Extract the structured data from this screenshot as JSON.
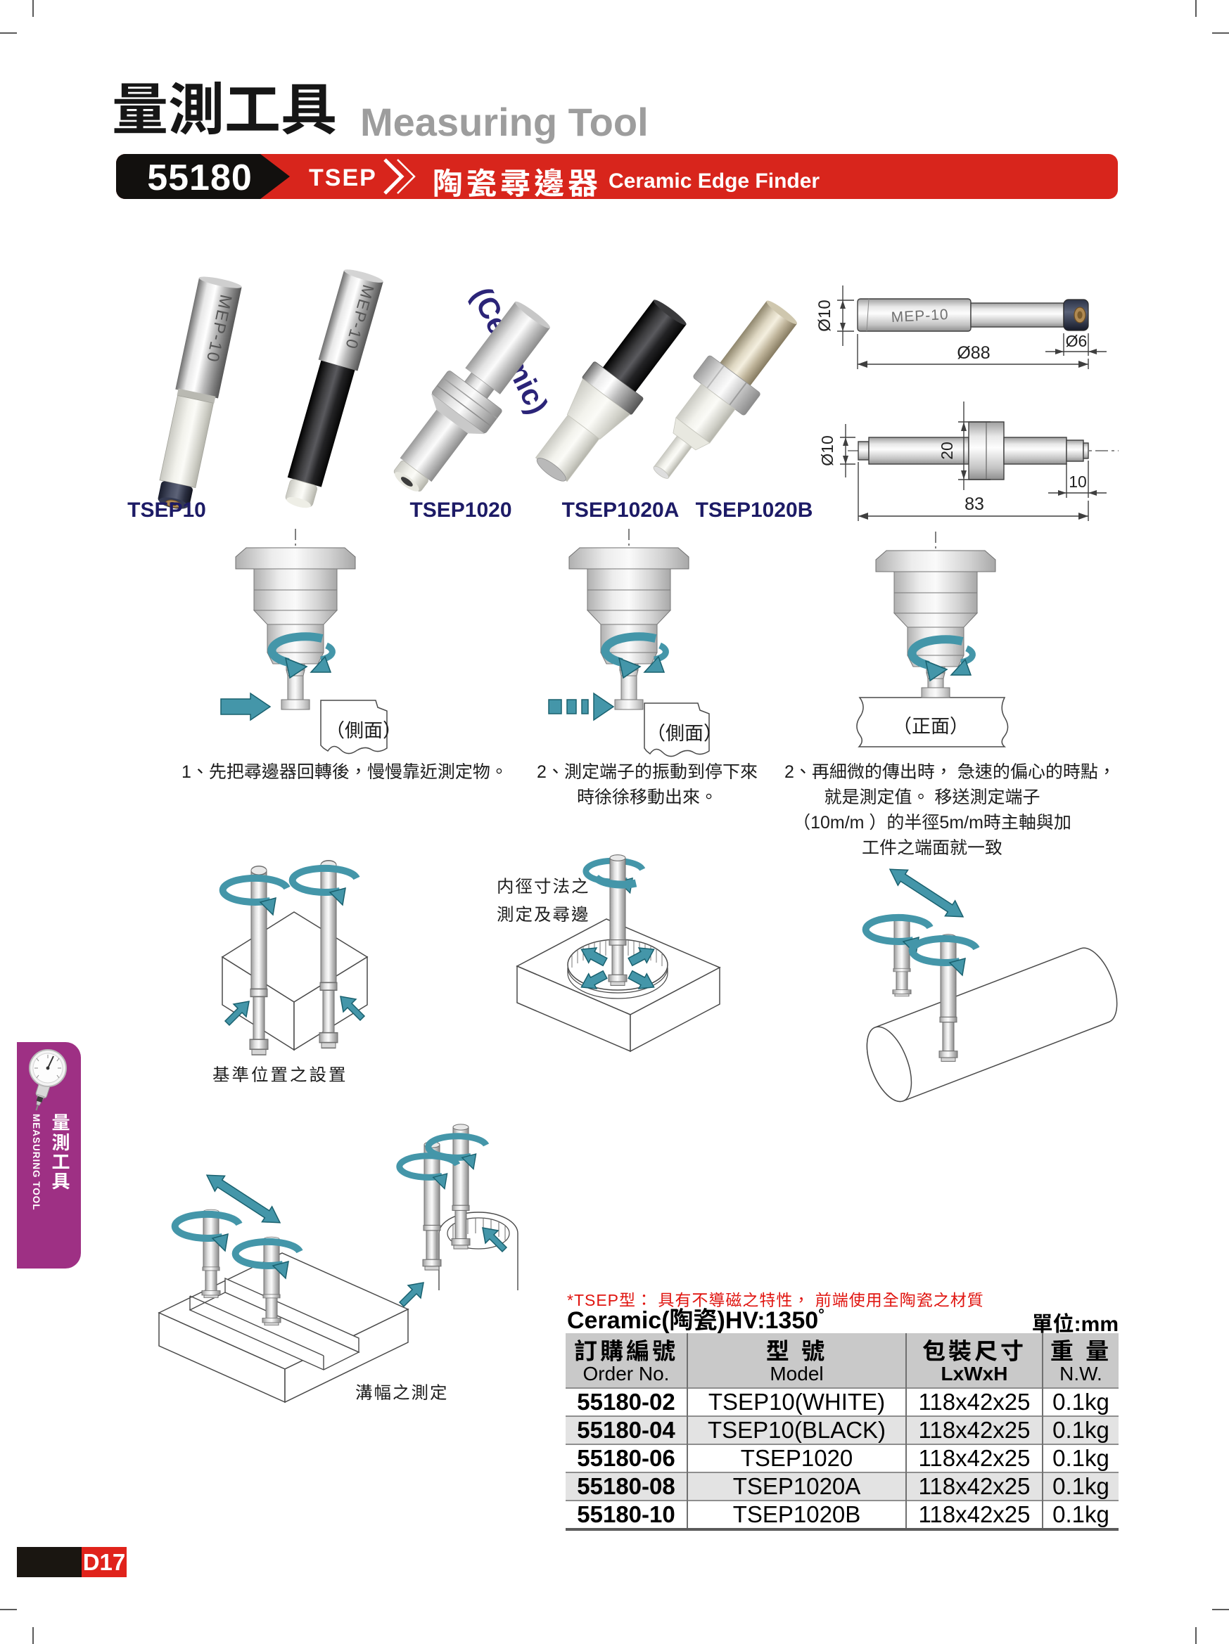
{
  "page": {
    "title_zh": "量測工具",
    "title_en": "Measuring Tool",
    "page_number": "D17"
  },
  "banner": {
    "code": "55180",
    "series": "TSEP",
    "product_zh": "陶瓷尋邊器",
    "product_en": "Ceramic Edge Finder",
    "red": "#d8251c"
  },
  "products": {
    "ceramic_note": "(Ceramic)",
    "engraving": "MEP-10",
    "labels": [
      "TSEP10",
      "TSEP1020",
      "TSEP1020A",
      "TSEP1020B"
    ]
  },
  "drawings": {
    "top": {
      "dia_shank": "Ø10",
      "dia_tip": "Ø6",
      "overall": "Ø88",
      "engraving": "MEP-10"
    },
    "bottom": {
      "dia_shank": "Ø10",
      "disc_height": "20",
      "overall": "83",
      "tip_len": "10"
    }
  },
  "steps": [
    {
      "view_label": "（側面）",
      "caption_lines": [
        "1、先把尋邊器回轉後，慢慢靠近測定物。"
      ]
    },
    {
      "view_label": "（側面）",
      "caption_lines": [
        "2、測定端子的振動到停下來",
        "時徐徐移動出來。"
      ]
    },
    {
      "view_label": "（正面）",
      "caption_lines": [
        "2、再細微的傳出時， 急速的偏心的時點，",
        "就是測定值。 移送測定端子",
        "（10m/m ）的半徑5m/m時主軸與加",
        "工件之端面就一致"
      ]
    }
  ],
  "usage": {
    "corner_label": "基準位置之設置",
    "bore_label_line1": "内徑寸法之",
    "bore_label_line2": "測定及尋邊",
    "groove_label": "溝幅之測定"
  },
  "sidebar": {
    "tab_zh": "量測工具",
    "tab_en": "MEASURING TOOL",
    "purple": "#9e3084"
  },
  "notes": {
    "tsep_note": "*TSEP型： 具有不導磁之特性， 前端使用全陶瓷之材質",
    "ceramic_spec": "Ceramic(陶瓷)HV:1350",
    "ceramic_spec_sup": "°",
    "unit": "單位:mm"
  },
  "table": {
    "headers": [
      {
        "zh": "訂購編號",
        "en": "Order No."
      },
      {
        "zh": "型 號",
        "en": "Model"
      },
      {
        "zh": "包裝尺寸",
        "en": "LxWxH"
      },
      {
        "zh": "重 量",
        "en": "N.W."
      }
    ],
    "rows": [
      [
        "55180-02",
        "TSEP10(WHITE)",
        "118x42x25",
        "0.1kg"
      ],
      [
        "55180-04",
        "TSEP10(BLACK)",
        "118x42x25",
        "0.1kg"
      ],
      [
        "55180-06",
        "TSEP1020",
        "118x42x25",
        "0.1kg"
      ],
      [
        "55180-08",
        "TSEP1020A",
        "118x42x25",
        "0.1kg"
      ],
      [
        "55180-10",
        "TSEP1020B",
        "118x42x25",
        "0.1kg"
      ]
    ]
  },
  "colors": {
    "teal": "#4496a9",
    "teal_dark": "#19606e",
    "navy_label": "#1d1b66",
    "line": "#3f3f3f"
  }
}
